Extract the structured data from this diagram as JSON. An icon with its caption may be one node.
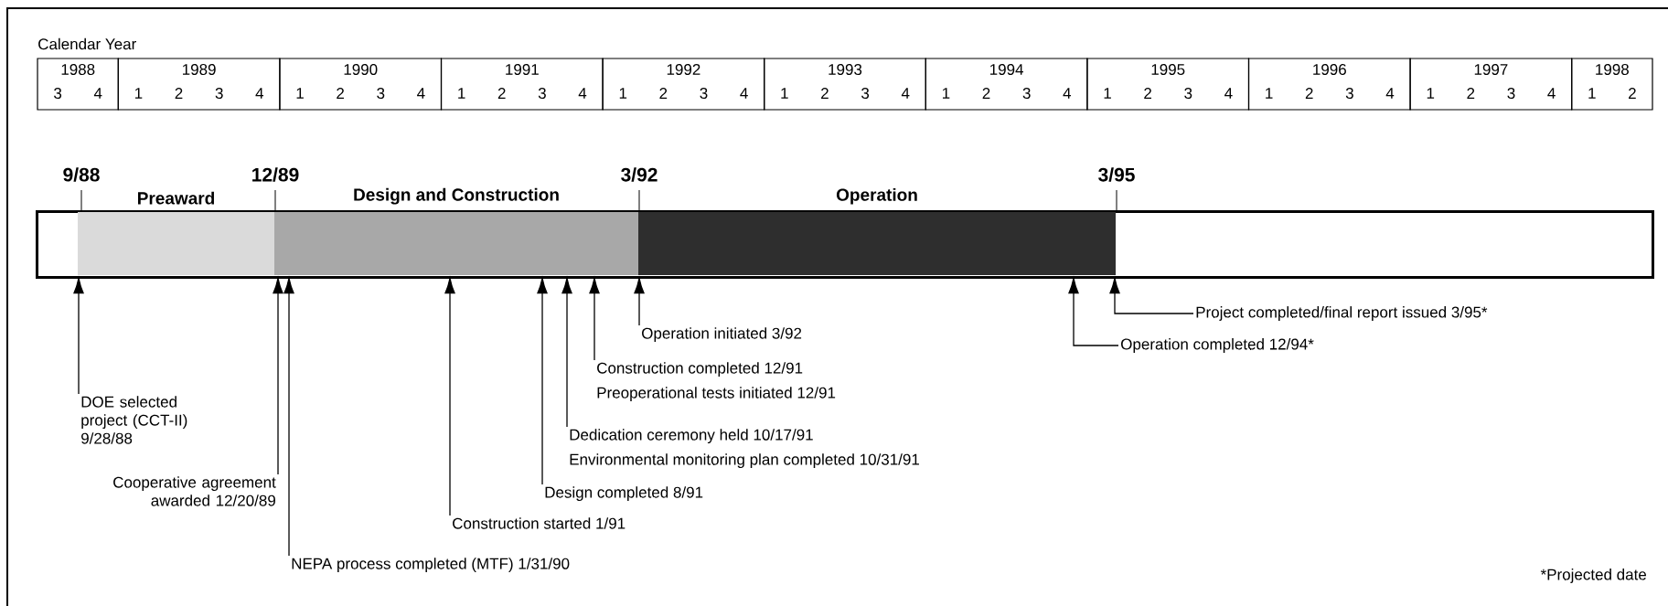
{
  "diagram": {
    "nodes": [
      {
        "text": [],
        "shape": "bar"
      },
      {
        "text": [
          "Preaward"
        ],
        "in": 0
      },
      {
        "text": [
          "Design and Construction"
        ],
        "in": 0
      },
      {
        "text": [
          "Operation"
        ],
        "in": 0
      },
      {
        "text": [
          "DOE selected project (CCT-II) 9/28/88"
        ]
      },
      {
        "text": [
          "Cooperative agreement awarded 12/20/89"
        ]
      },
      {
        "text": [
          "NEPA process completed (MTF) 1/31/90"
        ]
      },
      {
        "text": [
          "Construction started 1/91"
        ]
      },
      {
        "text": [
          "Design completed 8/91"
        ]
      },
      {
        "text": [
          "Dedication ceremony held 10/17/91",
          "Environmental monitoring plan completed 10/31/91"
        ]
      },
      {
        "text": [
          "Construction completed 12/91",
          "Preoperational tests initiated 12/91"
        ]
      },
      {
        "text": [
          "Operation initiated 3/92"
        ]
      },
      {
        "text": [
          "Operation completed 12/94*"
        ]
      },
      {
        "text": [
          "Project completed/final report issued 3/95*"
        ]
      }
    ],
    "edges": [
      {
        "from": 4,
        "to": 1,
        "arrow": "to"
      },
      {
        "from": 5,
        "to": 1,
        "arrow": "to"
      },
      {
        "from": 6,
        "to": 2,
        "arrow": "to"
      },
      {
        "from": 7,
        "to": 2,
        "arrow": "to"
      },
      {
        "from": 8,
        "to": 2,
        "arrow": "to"
      },
      {
        "from": 9,
        "to": 2,
        "arrow": "to"
      },
      {
        "from": 10,
        "to": 2,
        "arrow": "to"
      },
      {
        "from": 11,
        "to": 3,
        "arrow": "to"
      },
      {
        "from": 12,
        "to": 3,
        "arrow": "to"
      },
      {
        "from": 13,
        "to": 3,
        "arrow": "to"
      }
    ],
    "labels": [
      "Calendar Year",
      "1988",
      "1989",
      "1990",
      "1991",
      "1992",
      "1993",
      "1994",
      "1995",
      "1996",
      "1997",
      "1998",
      "3",
      "4",
      "1",
      "2",
      "3",
      "4",
      "1",
      "2",
      "3",
      "4",
      "1",
      "2",
      "3",
      "4",
      "1",
      "2",
      "3",
      "4",
      "1",
      "2",
      "3",
      "4",
      "1",
      "2",
      "3",
      "4",
      "1",
      "2",
      "3",
      "4",
      "1",
      "2",
      "3",
      "4",
      "1",
      "2",
      "3",
      "4",
      "1",
      "2",
      "9/88",
      "12/89",
      "3/92",
      "3/95",
      "*Projected date"
    ]
  }
}
